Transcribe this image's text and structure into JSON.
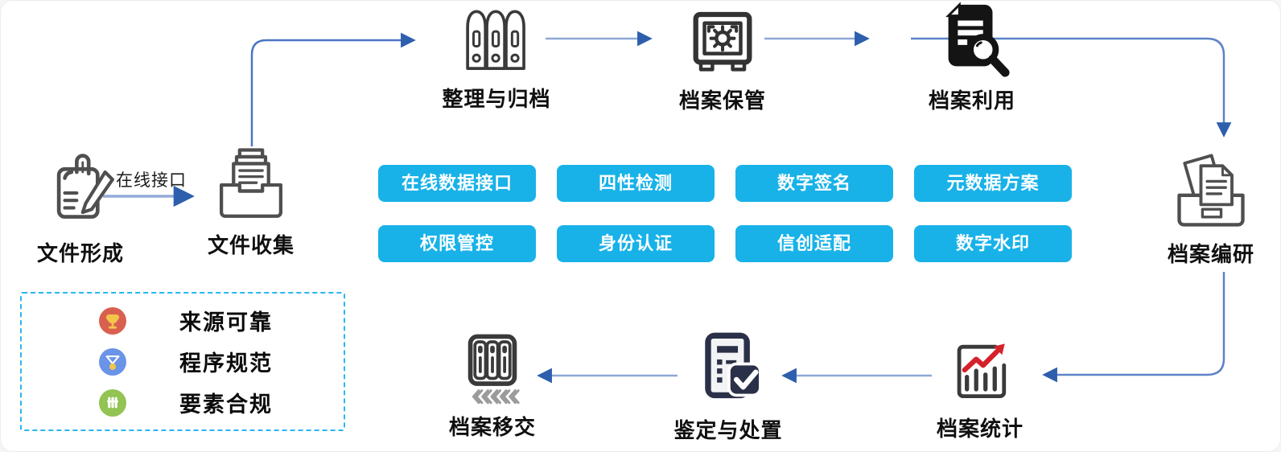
{
  "page": {
    "background": "#ffffff"
  },
  "flow": {
    "nodes": {
      "file_formation": {
        "label": "文件形成"
      },
      "file_collection": {
        "label": "文件收集"
      },
      "organize_archive": {
        "label": "整理与归档"
      },
      "archive_storage": {
        "label": "档案保管"
      },
      "archive_use": {
        "label": "档案利用"
      },
      "archive_compilation": {
        "label": "档案编研"
      },
      "archive_statistics": {
        "label": "档案统计"
      },
      "appraisal_disposal": {
        "label": "鉴定与处置"
      },
      "archive_transfer": {
        "label": "档案移交"
      }
    },
    "edge_label": "在线接口",
    "arrow_head_color": "#2e5fad",
    "arrow_line_color": "#8ea8d6",
    "arrow_curve_color": "#4a76c6"
  },
  "features": {
    "chip_color": "#18b2e8",
    "items": [
      "在线数据接口",
      "四性检测",
      "数字签名",
      "元数据方案",
      "权限管控",
      "身份认证",
      "信创适配",
      "数字水印"
    ]
  },
  "legend": {
    "border_color": "#29b6f2",
    "items": [
      {
        "icon": "trophy-icon",
        "color": "#d9604f",
        "label": "来源可靠"
      },
      {
        "icon": "medal-icon",
        "color": "#6b93e8",
        "label": "程序规范"
      },
      {
        "icon": "fence-icon",
        "color": "#92c353",
        "label": "要素合规"
      }
    ]
  },
  "stats_icon_accent": "#d5212a"
}
